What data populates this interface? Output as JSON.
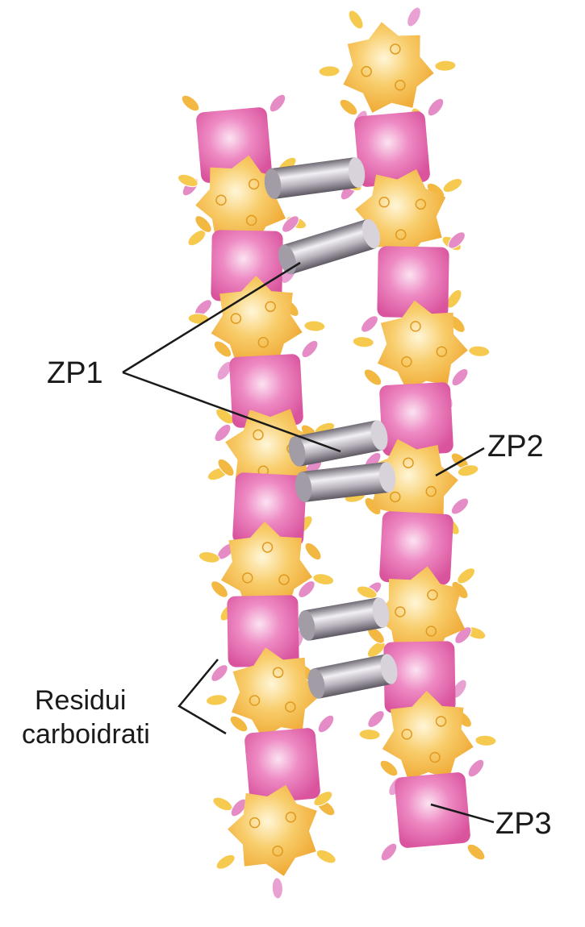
{
  "labels": {
    "zp1": "ZP1",
    "zp2": "ZP2",
    "zp3": "ZP3",
    "carb_line1": "Residui",
    "carb_line2": "carboidrati"
  },
  "colors": {
    "zp3_pink": "#e0559e",
    "zp2_yellow": "#f2b53a",
    "carbohydrate_yellow": "#f5c542",
    "carbohydrate_pink": "#e58cc6",
    "zp1_rod": "#8d8890"
  },
  "icons": {
    "zp3": "pink-square-monomer",
    "zp2": "yellow-star-monomer",
    "zp1": "gray-cylinder-crosslink",
    "carbohydrate": "petal-residue"
  }
}
